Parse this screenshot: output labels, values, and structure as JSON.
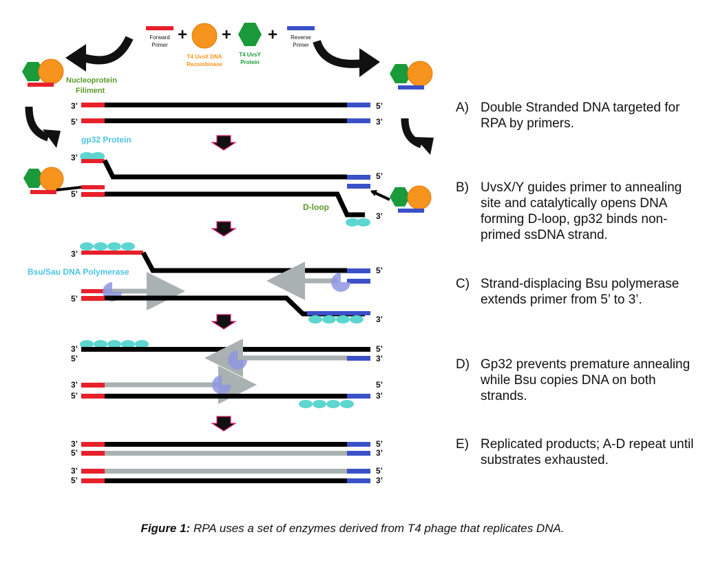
{
  "reagents": {
    "forward_primer": "Forward Primer",
    "uvsx": "T4 UvsX DNA Recombinase",
    "uvsy": "T4 UvsY Protein",
    "reverse_primer": "Reverse Primer",
    "plus": "+"
  },
  "labels": {
    "nucleoprotein": "Nucleoprotein Filiment",
    "gp32": "gp32 Protein",
    "dloop": "D-loop",
    "polymerase": "Bsu/Sau DNA Polymerase",
    "three_prime": "3’",
    "five_prime": "5’"
  },
  "steps": [
    {
      "letter": "A)",
      "text": "Double Stranded DNA targeted for RPA by primers."
    },
    {
      "letter": "B)",
      "text": "UvsX/Y guides primer to annealing site and catalytically opens DNA forming D-loop, gp32 binds non-primed ssDNA strand."
    },
    {
      "letter": "C)",
      "text": "Strand-displacing Bsu polymerase extends primer from 5’ to 3’."
    },
    {
      "letter": "D)",
      "text": "Gp32 prevents premature annealing while Bsu copies DNA on both strands."
    },
    {
      "letter": "E)",
      "text": "Replicated products; A-D repeat until substrates exhausted."
    }
  ],
  "caption": {
    "label": "Figure 1:",
    "text": " RPA uses a set of enzymes derived from T4 phage that replicates DNA."
  },
  "colors": {
    "forward": "#e8202a",
    "reverse": "#3b50c8",
    "uvsx": "#f7941d",
    "uvsy": "#1a9a3a",
    "gp32": "#5cd6cf",
    "new_strand": "#a9b1b1",
    "polymerase": "#8f96e0",
    "label_green": "#5a9a2a",
    "label_orange": "#f7941d",
    "label_cyan": "#4cc3e0"
  }
}
